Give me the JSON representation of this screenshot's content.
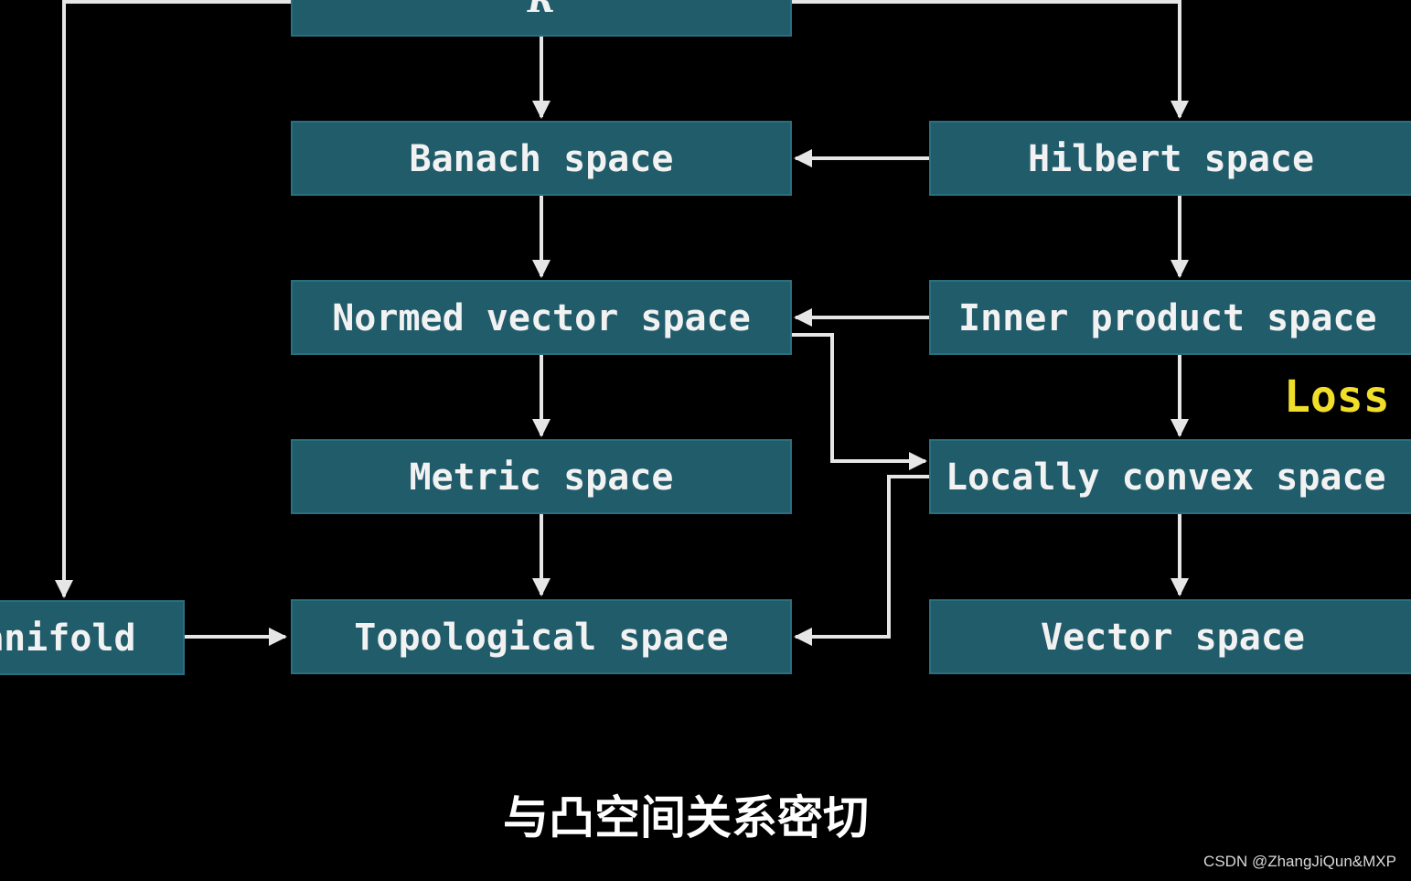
{
  "diagram": {
    "nodes": {
      "top": "R",
      "banach": "Banach space",
      "hilbert": "Hilbert space",
      "normed": "Normed vector space",
      "inner_product": "Inner product space",
      "metric": "Metric space",
      "locally_convex": "Locally convex space",
      "manifold": "anifold",
      "topological": "Topological space",
      "vector": "Vector space"
    },
    "edges": [
      {
        "from": "top",
        "to": "banach"
      },
      {
        "from": "top",
        "to": "hilbert"
      },
      {
        "from": "top",
        "to": "manifold"
      },
      {
        "from": "hilbert",
        "to": "banach"
      },
      {
        "from": "banach",
        "to": "normed"
      },
      {
        "from": "hilbert",
        "to": "inner_product"
      },
      {
        "from": "inner_product",
        "to": "normed"
      },
      {
        "from": "normed",
        "to": "metric"
      },
      {
        "from": "normed",
        "to": "locally_convex"
      },
      {
        "from": "inner_product",
        "to": "locally_convex"
      },
      {
        "from": "metric",
        "to": "topological"
      },
      {
        "from": "locally_convex",
        "to": "topological"
      },
      {
        "from": "locally_convex",
        "to": "vector"
      },
      {
        "from": "manifold",
        "to": "topological"
      }
    ],
    "annotation": "Loss"
  },
  "subtitle": "与凸空间关系密切",
  "watermark": "CSDN @ZhangJiQun&MXP",
  "colors": {
    "background": "#000000",
    "box_fill": "#215c6b",
    "box_text": "#f2f2f2",
    "arrow": "#e6e6e6",
    "annotation": "#f0de2a",
    "subtitle": "#ffffff"
  }
}
